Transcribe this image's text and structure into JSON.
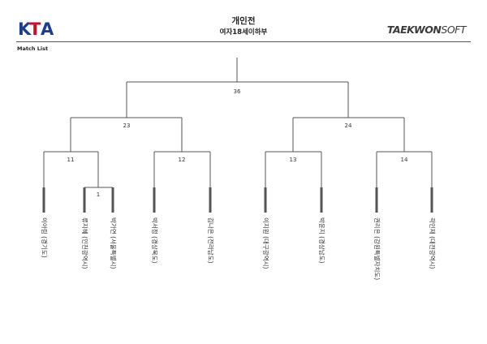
{
  "header": {
    "logo_left": "KTA",
    "title": "개인전",
    "subtitle": "여자18세이하부",
    "logo_right_bold": "TAEKWON",
    "logo_right_light": "SOFT"
  },
  "section_label": "Match List",
  "bracket": {
    "final": {
      "match": "36"
    },
    "semifinals": [
      {
        "match": "23"
      },
      {
        "match": "24"
      }
    ],
    "quarterfinals": [
      {
        "match": "11"
      },
      {
        "match": "12"
      },
      {
        "match": "13"
      },
      {
        "match": "14"
      }
    ],
    "preliminary": [
      {
        "match": "1"
      }
    ],
    "players": [
      {
        "name": "이아림 (경기도)"
      },
      {
        "name": "류지혜 (인천광역시)"
      },
      {
        "name": "박가연 (서울특별시)"
      },
      {
        "name": "박서정 (경상북도)"
      },
      {
        "name": "김나은 (전라남도)"
      },
      {
        "name": "이지원 (대구광역시)"
      },
      {
        "name": "박윤지 (경상남도)"
      },
      {
        "name": "권리은 (강원특별자치도)"
      },
      {
        "name": "곽민재 (대전광역시)"
      }
    ]
  }
}
